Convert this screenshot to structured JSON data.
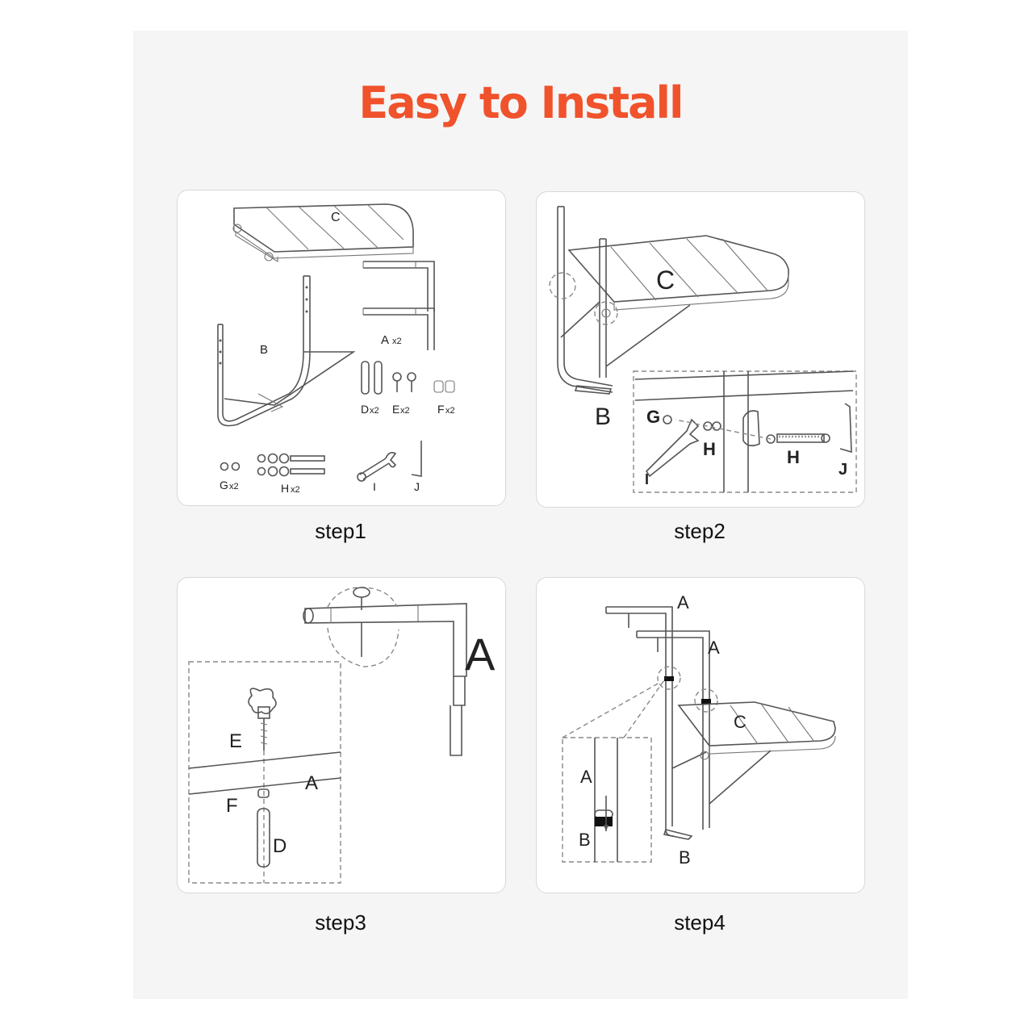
{
  "title": "Easy to Install",
  "steps": [
    {
      "caption": "step1",
      "labels": {
        "c": "C",
        "a": "A",
        "a_qty": "x2",
        "b": "B",
        "d": "D",
        "d_qty": "x2",
        "e": "E",
        "e_qty": "x2",
        "f": "F",
        "f_qty": "x2",
        "g": "G",
        "g_qty": "x2",
        "h": "H",
        "h_qty": "x2",
        "i": "I",
        "j": "J"
      }
    },
    {
      "caption": "step2",
      "labels": {
        "c": "C",
        "b": "B",
        "g": "G",
        "h1": "H",
        "h2": "H",
        "i": "I",
        "j": "J"
      }
    },
    {
      "caption": "step3",
      "labels": {
        "a_big": "A",
        "e": "E",
        "a": "A",
        "f": "F",
        "d": "D"
      }
    },
    {
      "caption": "step4",
      "labels": {
        "a1": "A",
        "a2": "A",
        "c": "C",
        "b": "B",
        "inset_a": "A",
        "inset_b": "B"
      }
    }
  ]
}
